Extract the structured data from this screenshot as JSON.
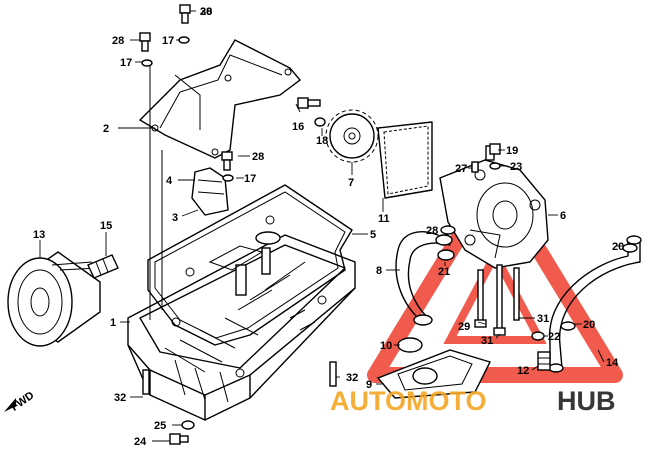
{
  "callouts": [
    {
      "id": "c1",
      "text": "1"
    },
    {
      "id": "c2",
      "text": "2"
    },
    {
      "id": "c3",
      "text": "3"
    },
    {
      "id": "c4",
      "text": "4"
    },
    {
      "id": "c5",
      "text": "5"
    },
    {
      "id": "c6",
      "text": "6"
    },
    {
      "id": "c7",
      "text": "7"
    },
    {
      "id": "c8",
      "text": "8"
    },
    {
      "id": "c9",
      "text": "9"
    },
    {
      "id": "c10",
      "text": "10"
    },
    {
      "id": "c11",
      "text": "11"
    },
    {
      "id": "c12",
      "text": "12"
    },
    {
      "id": "c13",
      "text": "13"
    },
    {
      "id": "c14",
      "text": "14"
    },
    {
      "id": "c15",
      "text": "15"
    },
    {
      "id": "c16",
      "text": "16"
    },
    {
      "id": "c17a",
      "text": "17"
    },
    {
      "id": "c17b",
      "text": "17"
    },
    {
      "id": "c17c",
      "text": "17"
    },
    {
      "id": "c18",
      "text": "18"
    },
    {
      "id": "c19",
      "text": "19"
    },
    {
      "id": "c20a",
      "text": "20"
    },
    {
      "id": "c20b",
      "text": "20"
    },
    {
      "id": "c21",
      "text": "21"
    },
    {
      "id": "c22",
      "text": "22"
    },
    {
      "id": "c23",
      "text": "23"
    },
    {
      "id": "c24",
      "text": "24"
    },
    {
      "id": "c25",
      "text": "25"
    },
    {
      "id": "c27",
      "text": "27"
    },
    {
      "id": "c28a",
      "text": "28"
    },
    {
      "id": "c28b",
      "text": "28"
    },
    {
      "id": "c28c",
      "text": "28"
    },
    {
      "id": "c29",
      "text": "29"
    },
    {
      "id": "c30",
      "text": "30"
    },
    {
      "id": "c31a",
      "text": "31"
    },
    {
      "id": "c31b",
      "text": "31"
    },
    {
      "id": "c32a",
      "text": "32"
    },
    {
      "id": "c32b",
      "text": "32"
    }
  ],
  "direction": {
    "text": "FWD"
  },
  "watermark": {
    "part1": "AUTOMOTO",
    "part2": "HUB",
    "color1": "#f5a623",
    "color2": "#222222",
    "triangle_color": "#ee3322"
  }
}
